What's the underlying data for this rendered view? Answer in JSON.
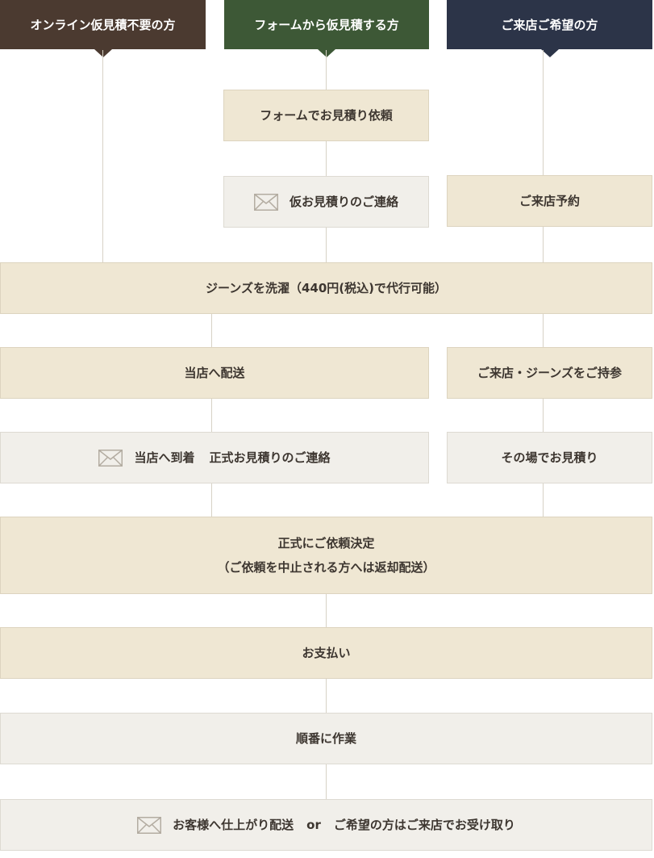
{
  "headers": {
    "online": "オンライン仮見積不要の方",
    "form": "フォームから仮見積する方",
    "visit": "ご来店ご希望の方"
  },
  "steps": {
    "form_request": "フォームでお見積り依頼",
    "provisional_contact": "仮お見積りのご連絡",
    "visit_reservation": "ご来店予約",
    "wash_option": "ジーンズを洗濯（440円(税込)で代行可能）",
    "ship_to_store": "当店へ配送",
    "bring_jeans": "ご来店・ジーンズをご持参",
    "arrival": "当店へ到着",
    "formal_contact": "正式お見積りのご連絡",
    "onsite_estimate": "その場でお見積り",
    "decision_line1": "正式にご依頼決定",
    "decision_line2": "（ご依頼を中止される方へは返却配送）",
    "payment": "お支払い",
    "work": "順番に作業",
    "delivery": "お客様へ仕上がり配送",
    "or": "or",
    "pickup": "ご希望の方はご来店でお受け取り"
  },
  "icons": {
    "mail": "mail-icon"
  },
  "colors": {
    "header_online": "#4b3a30",
    "header_form": "#3d5836",
    "header_visit": "#2c3448",
    "box_beige": "#efe7d3",
    "box_gray": "#f1efea",
    "line": "#d7d2c6"
  }
}
